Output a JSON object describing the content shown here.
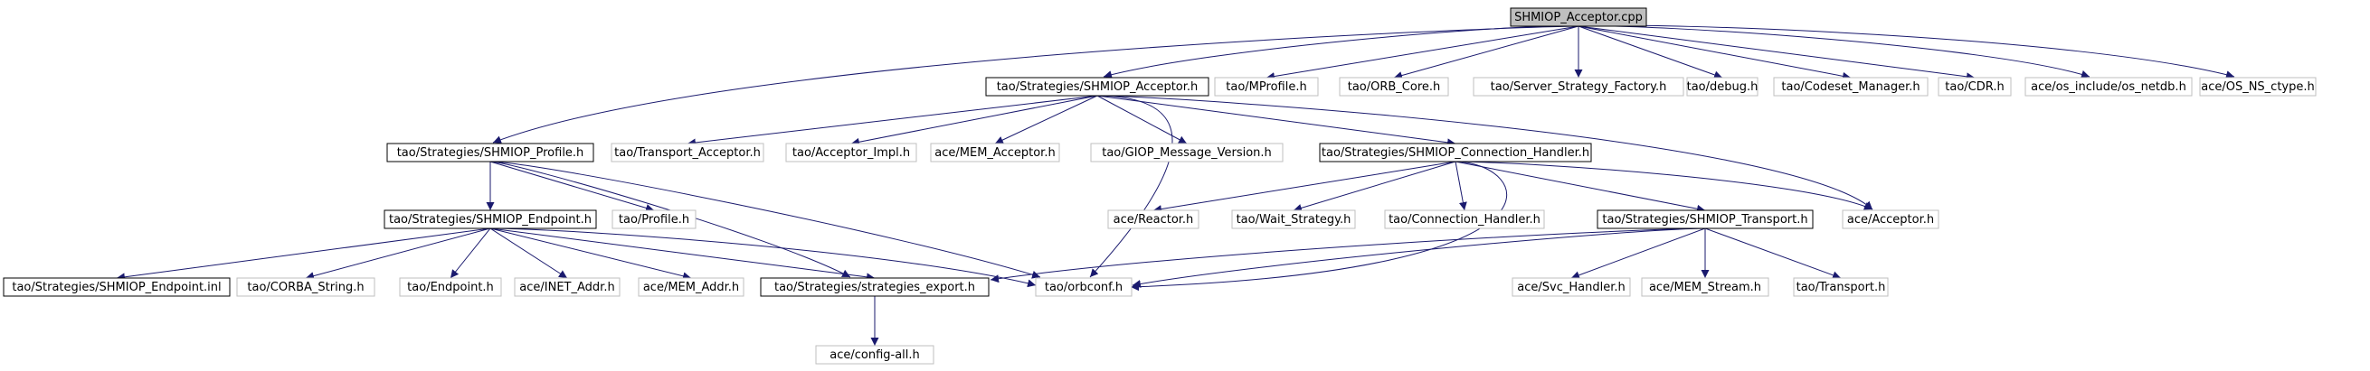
{
  "colors": {
    "edge": "#1a1a6e",
    "root_fill": "#bfbfbf",
    "documented_border": "#000000",
    "undocumented_border": "#bfbfbf",
    "background": "#ffffff"
  },
  "nodes": {
    "root": "SHMIOP_Acceptor.cpp",
    "shmiop_acceptor_h": "tao/Strategies/SHMIOP_Acceptor.h",
    "mprofile_h": "tao/MProfile.h",
    "orb_core_h": "tao/ORB_Core.h",
    "server_strategy_factory_h": "tao/Server_Strategy_Factory.h",
    "debug_h": "tao/debug.h",
    "codeset_manager_h": "tao/Codeset_Manager.h",
    "cdr_h": "tao/CDR.h",
    "os_netdb_h": "ace/os_include/os_netdb.h",
    "os_ns_ctype_h": "ace/OS_NS_ctype.h",
    "shmiop_profile_h": "tao/Strategies/SHMIOP_Profile.h",
    "transport_acceptor_h": "tao/Transport_Acceptor.h",
    "acceptor_impl_h": "tao/Acceptor_Impl.h",
    "mem_acceptor_h": "ace/MEM_Acceptor.h",
    "giop_message_version_h": "tao/GIOP_Message_Version.h",
    "shmiop_connection_handler_h": "tao/Strategies/SHMIOP_Connection_Handler.h",
    "shmiop_endpoint_h": "tao/Strategies/SHMIOP_Endpoint.h",
    "profile_h": "tao/Profile.h",
    "reactor_h": "ace/Reactor.h",
    "wait_strategy_h": "tao/Wait_Strategy.h",
    "connection_handler_h": "tao/Connection_Handler.h",
    "shmiop_transport_h": "tao/Strategies/SHMIOP_Transport.h",
    "acceptor_h": "ace/Acceptor.h",
    "shmiop_endpoint_inl": "tao/Strategies/SHMIOP_Endpoint.inl",
    "corba_string_h": "tao/CORBA_String.h",
    "endpoint_h": "tao/Endpoint.h",
    "inet_addr_h": "ace/INET_Addr.h",
    "mem_addr_h": "ace/MEM_Addr.h",
    "strategies_export_h": "tao/Strategies/strategies_export.h",
    "orbconf_h": "tao/orbconf.h",
    "svc_handler_h": "ace/Svc_Handler.h",
    "mem_stream_h": "ace/MEM_Stream.h",
    "transport_h": "tao/Transport.h",
    "config_all_h": "ace/config-all.h"
  },
  "edges": [
    [
      "root",
      "shmiop_acceptor_h"
    ],
    [
      "root",
      "mprofile_h"
    ],
    [
      "root",
      "orb_core_h"
    ],
    [
      "root",
      "server_strategy_factory_h"
    ],
    [
      "root",
      "debug_h"
    ],
    [
      "root",
      "codeset_manager_h"
    ],
    [
      "root",
      "cdr_h"
    ],
    [
      "root",
      "os_netdb_h"
    ],
    [
      "root",
      "os_ns_ctype_h"
    ],
    [
      "root",
      "shmiop_profile_h"
    ],
    [
      "shmiop_acceptor_h",
      "transport_acceptor_h"
    ],
    [
      "shmiop_acceptor_h",
      "acceptor_impl_h"
    ],
    [
      "shmiop_acceptor_h",
      "mem_acceptor_h"
    ],
    [
      "shmiop_acceptor_h",
      "giop_message_version_h"
    ],
    [
      "shmiop_acceptor_h",
      "shmiop_connection_handler_h"
    ],
    [
      "shmiop_acceptor_h",
      "acceptor_h"
    ],
    [
      "shmiop_acceptor_h",
      "orbconf_h"
    ],
    [
      "shmiop_profile_h",
      "shmiop_endpoint_h"
    ],
    [
      "shmiop_profile_h",
      "profile_h"
    ],
    [
      "shmiop_profile_h",
      "strategies_export_h"
    ],
    [
      "shmiop_profile_h",
      "orbconf_h"
    ],
    [
      "shmiop_endpoint_h",
      "shmiop_endpoint_inl"
    ],
    [
      "shmiop_endpoint_h",
      "corba_string_h"
    ],
    [
      "shmiop_endpoint_h",
      "endpoint_h"
    ],
    [
      "shmiop_endpoint_h",
      "inet_addr_h"
    ],
    [
      "shmiop_endpoint_h",
      "mem_addr_h"
    ],
    [
      "shmiop_endpoint_h",
      "strategies_export_h"
    ],
    [
      "shmiop_endpoint_h",
      "orbconf_h"
    ],
    [
      "shmiop_connection_handler_h",
      "reactor_h"
    ],
    [
      "shmiop_connection_handler_h",
      "wait_strategy_h"
    ],
    [
      "shmiop_connection_handler_h",
      "connection_handler_h"
    ],
    [
      "shmiop_connection_handler_h",
      "shmiop_transport_h"
    ],
    [
      "shmiop_connection_handler_h",
      "acceptor_h"
    ],
    [
      "shmiop_connection_handler_h",
      "orbconf_h"
    ],
    [
      "shmiop_transport_h",
      "svc_handler_h"
    ],
    [
      "shmiop_transport_h",
      "mem_stream_h"
    ],
    [
      "shmiop_transport_h",
      "transport_h"
    ],
    [
      "shmiop_transport_h",
      "strategies_export_h"
    ],
    [
      "shmiop_transport_h",
      "orbconf_h"
    ],
    [
      "strategies_export_h",
      "config_all_h"
    ]
  ]
}
